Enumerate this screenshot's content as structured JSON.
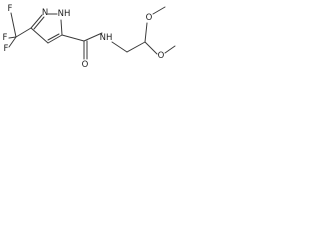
{
  "molecule": {
    "atoms": {
      "f_top": "F",
      "f_left": "F",
      "f_bottom": "F",
      "pyrazole_n_left": "N",
      "pyrazole_nh": "NH",
      "amide_nh": "NH",
      "amide_o": "O",
      "ether_o_top": "O",
      "ether_o_bottom": "O"
    }
  }
}
